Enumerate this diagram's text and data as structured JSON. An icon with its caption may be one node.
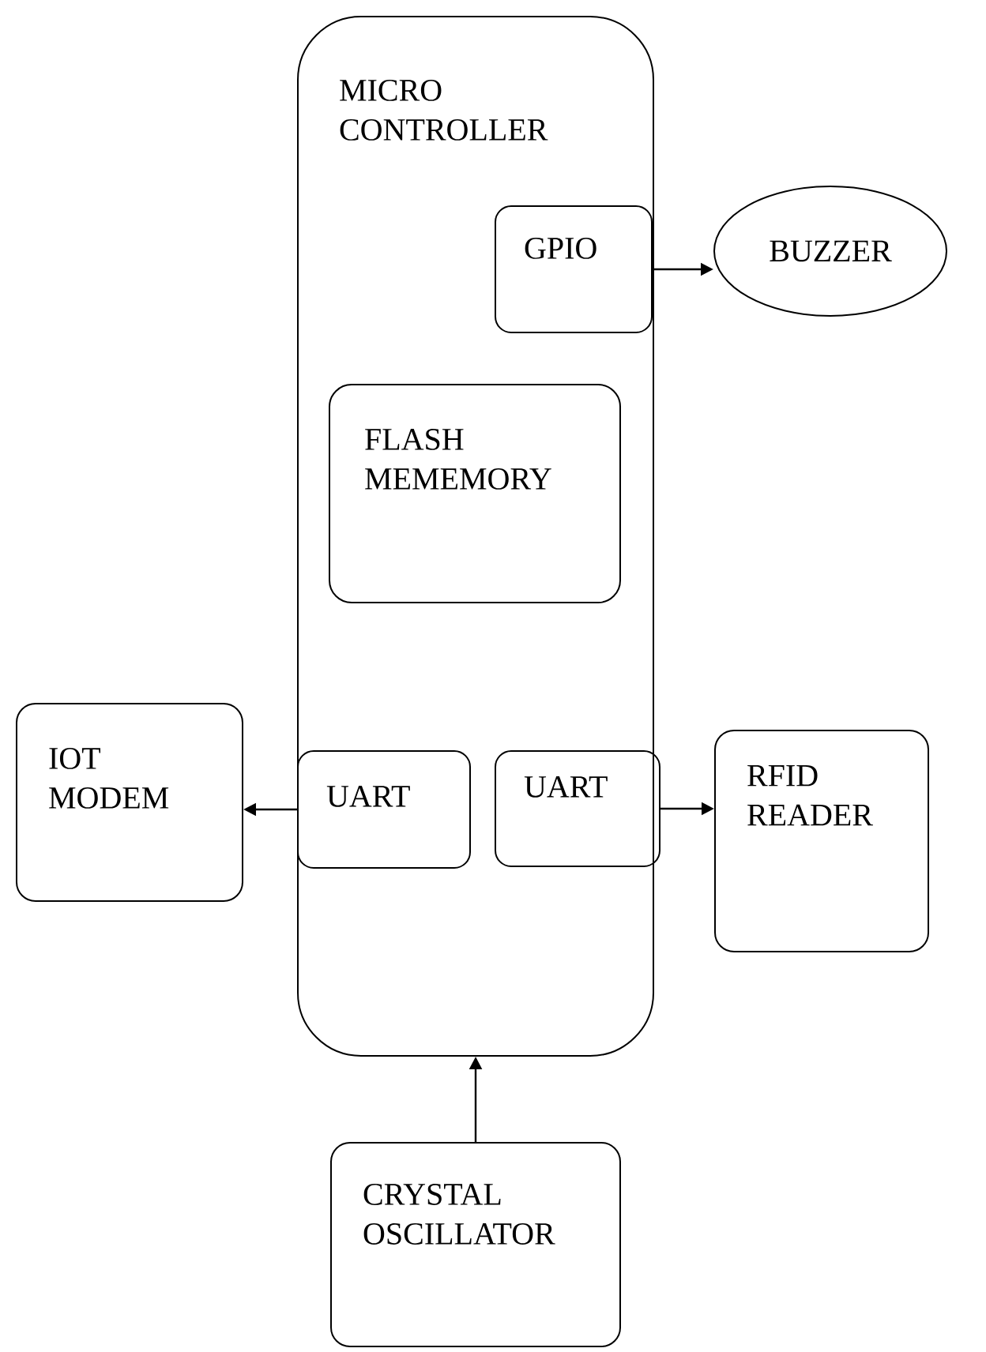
{
  "diagram": {
    "nodes": [
      {
        "text": [
          "MICRO CONTROLLER"
        ]
      },
      {
        "text": [
          "GPIO"
        ],
        "in": 0
      },
      {
        "text": [
          "BUZZER"
        ]
      },
      {
        "text": [
          "FLASH MEMEMORY"
        ],
        "in": 0
      },
      {
        "text": [
          "IOT MODEM"
        ]
      },
      {
        "text": [
          "UART"
        ],
        "in": 0
      },
      {
        "text": [
          "UART"
        ],
        "in": 0
      },
      {
        "text": [
          "RFID READER"
        ]
      },
      {
        "text": [
          "CRYSTAL OSCILLATOR"
        ]
      }
    ],
    "edges": [
      {
        "from": 1,
        "to": 2,
        "arrow": "to"
      },
      {
        "from": 5,
        "to": 4,
        "arrow": "to"
      },
      {
        "from": 6,
        "to": 7,
        "arrow": "to"
      },
      {
        "from": 8,
        "to": 0,
        "arrow": "to"
      }
    ]
  }
}
